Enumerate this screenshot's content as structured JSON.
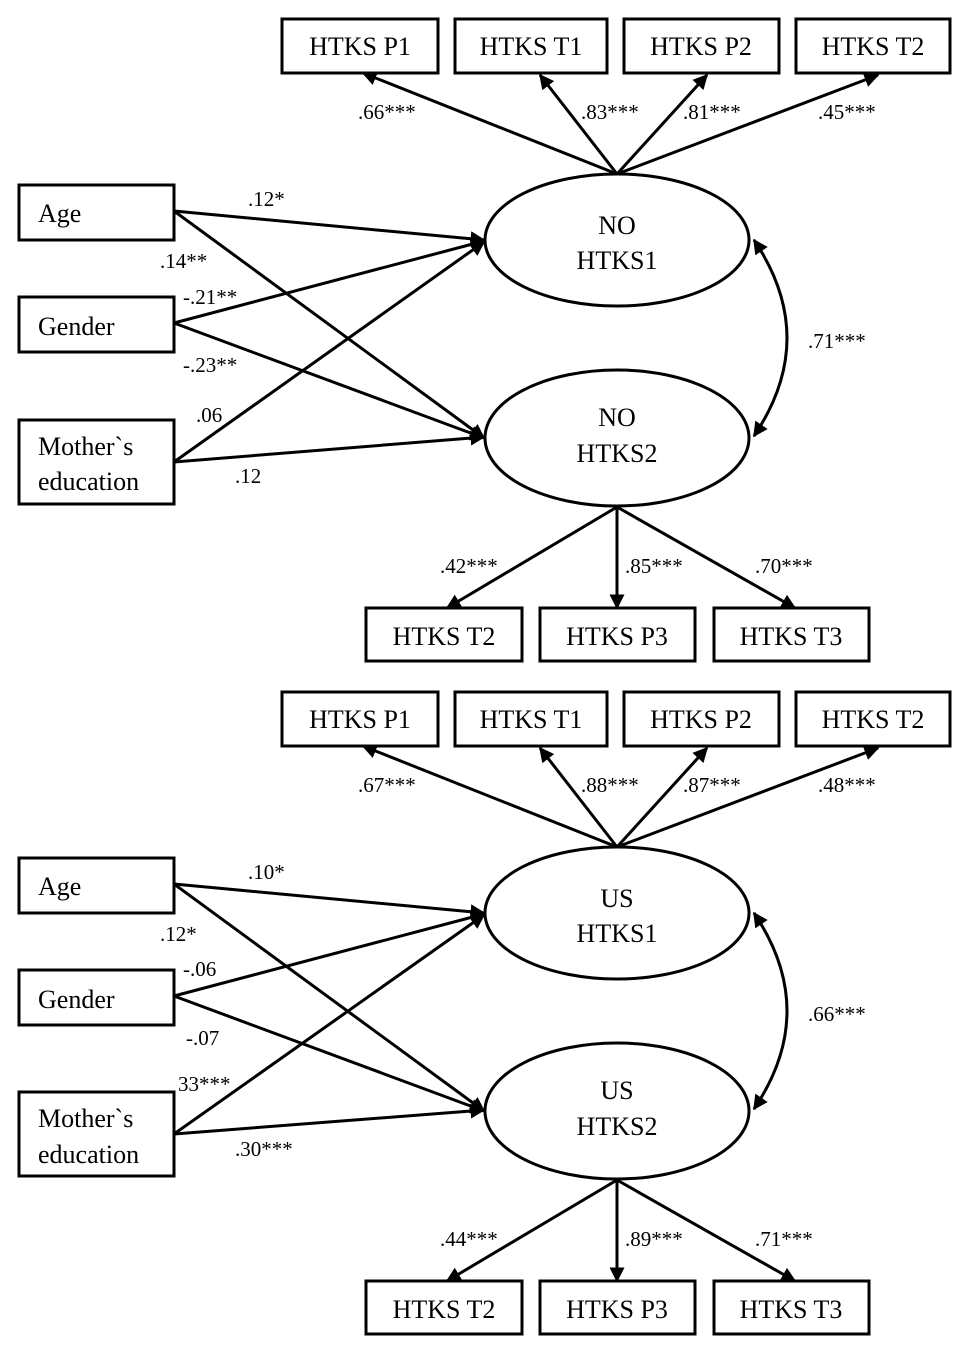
{
  "panels": [
    {
      "indicators_top": [
        "HTKS P1",
        "HTKS T1",
        "HTKS P2",
        "HTKS T2"
      ],
      "indicators_bottom": [
        "HTKS T2",
        "HTKS P3",
        "HTKS T3"
      ],
      "latent1": {
        "line1": "NO",
        "line2": "HTKS1"
      },
      "latent2": {
        "line1": "NO",
        "line2": "HTKS2"
      },
      "predictors": {
        "age": "Age",
        "gender": "Gender",
        "mother_line1": "Mother`s",
        "mother_line2": "education"
      },
      "loadings_top": [
        ".66***",
        ".83***",
        ".81***",
        ".45***"
      ],
      "loadings_bottom": [
        ".42***",
        ".85***",
        ".70***"
      ],
      "paths": {
        "age_l1": ".12*",
        "age_l2": ".14**",
        "gender_l1": "-.21**",
        "gender_l2": "-.23**",
        "mother_l1": ".06",
        "mother_l2": ".12"
      },
      "correlation": ".71***"
    },
    {
      "indicators_top": [
        "HTKS P1",
        "HTKS T1",
        "HTKS P2",
        "HTKS T2"
      ],
      "indicators_bottom": [
        "HTKS T2",
        "HTKS P3",
        "HTKS T3"
      ],
      "latent1": {
        "line1": "US",
        "line2": "HTKS1"
      },
      "latent2": {
        "line1": "US",
        "line2": "HTKS2"
      },
      "predictors": {
        "age": "Age",
        "gender": "Gender",
        "mother_line1": "Mother`s",
        "mother_line2": "education"
      },
      "loadings_top": [
        ".67***",
        ".88***",
        ".87***",
        ".48***"
      ],
      "loadings_bottom": [
        ".44***",
        ".89***",
        ".71***"
      ],
      "paths": {
        "age_l1": ".10*",
        "age_l2": ".12*",
        "gender_l1": "-.06",
        "gender_l2": "-.07",
        "mother_l1": "33***",
        "mother_l2": ".30***"
      },
      "correlation": ".66***"
    }
  ]
}
